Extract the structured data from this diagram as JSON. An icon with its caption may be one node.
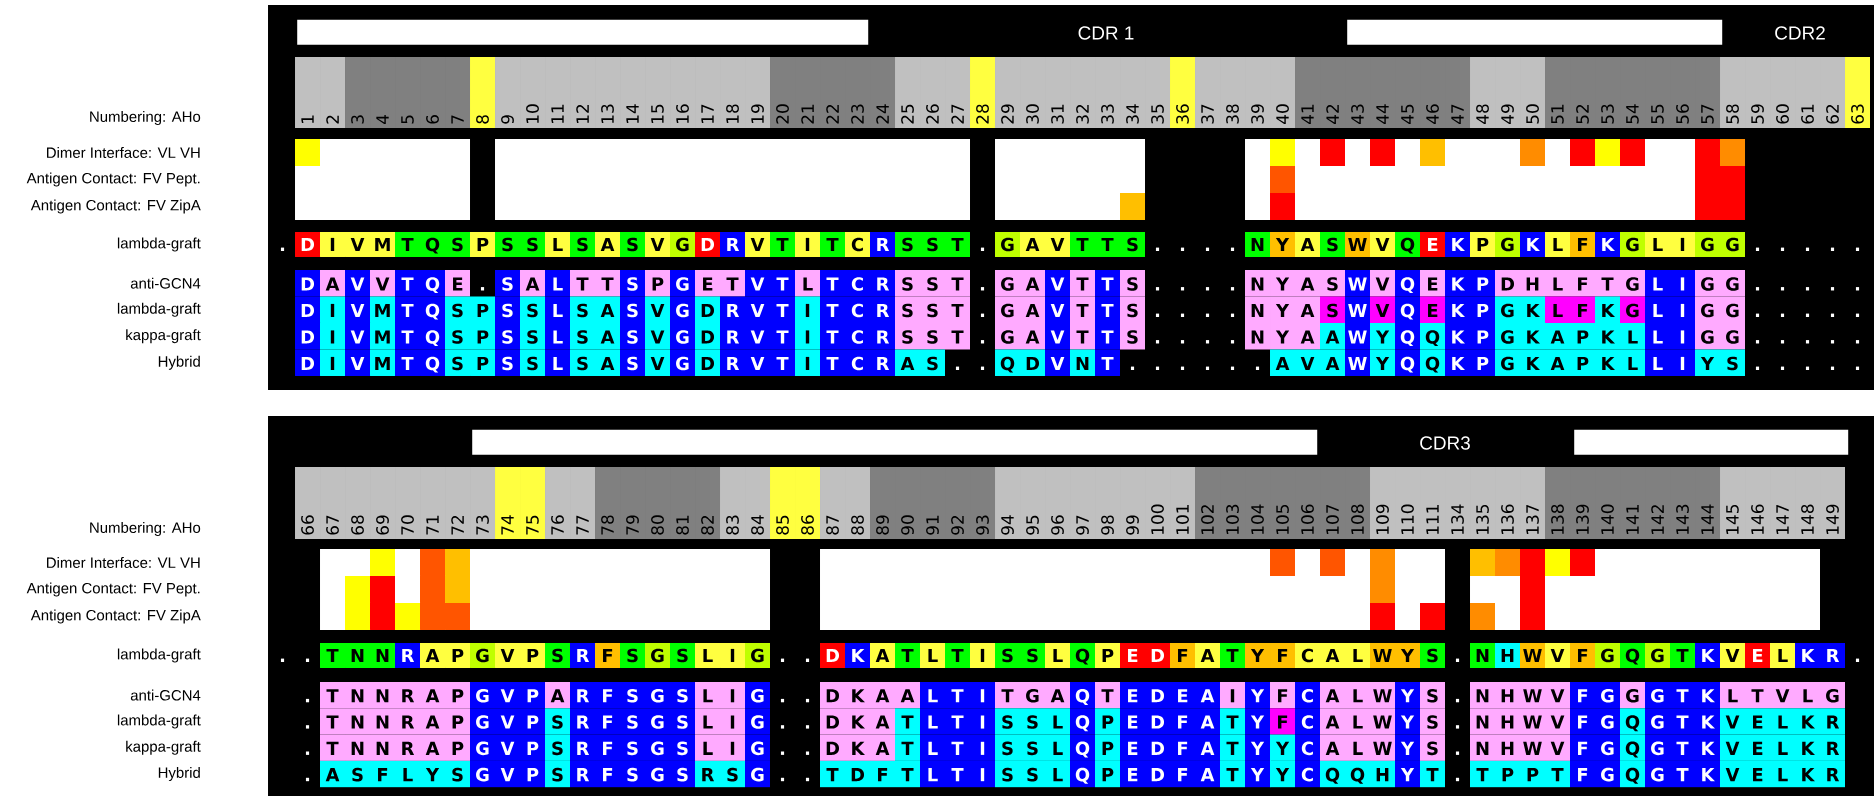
{
  "diagram": {
    "nodes": [
      {
        "text": [],
        "shape": "bar"
      },
      {
        "text": [],
        "shape": "bar"
      },
      {
        "text": [],
        "shape": "bar"
      },
      {
        "text": [],
        "shape": "bar"
      }
    ],
    "labels": [
      "CDR 1",
      "CDR2",
      "Numbering: AHo",
      "1",
      "2",
      "3",
      "4",
      "5",
      "6",
      "7",
      "8",
      "9",
      "10",
      "11",
      "12",
      "13",
      "14",
      "15",
      "16",
      "17",
      "18",
      "19",
      "20",
      "21",
      "22",
      "23",
      "24",
      "25",
      "26",
      "27",
      "28",
      "29",
      "30",
      "31",
      "32",
      "33",
      "34",
      "35",
      "36",
      "37",
      "38",
      "39",
      "40",
      "41",
      "42",
      "43",
      "44",
      "45",
      "46",
      "47",
      "48",
      "49",
      "50",
      "51",
      "52",
      "53",
      "54",
      "55",
      "56",
      "57",
      "58",
      "59",
      "60",
      "61",
      "62",
      "63",
      "Dimer Interface: VL VH",
      "Antigen Contact: FV Pept.",
      "Antigen Contact: FV ZipA",
      "lambda-graft",
      ".",
      "D",
      "I",
      "V",
      "M",
      "T",
      "Q",
      "S",
      "P",
      "S",
      "S",
      "L",
      "S",
      "A",
      "S",
      "V",
      "G",
      "D",
      "R",
      "V",
      "T",
      "I",
      "T",
      "C",
      "R",
      "S",
      "S",
      "T",
      ".",
      "G",
      "A",
      "V",
      "T",
      "T",
      "S",
      ".",
      ".",
      ".",
      ".",
      "N",
      "Y",
      "A",
      "S",
      "W",
      "V",
      "Q",
      "E",
      "K",
      "P",
      "G",
      "K",
      "L",
      "F",
      "K",
      "G",
      "L",
      "I",
      "G",
      "G",
      ".",
      ".",
      ".",
      ".",
      ".",
      "anti-GCN4",
      "D",
      "A",
      "V",
      "V",
      "T",
      "Q",
      "E",
      ".",
      "S",
      "A",
      "L",
      "T",
      "T",
      "S",
      "P",
      "G",
      "E",
      "T",
      "V",
      "T",
      "L",
      "T",
      "C",
      "R",
      "S",
      "S",
      "T",
      ".",
      "G",
      "A",
      "V",
      "T",
      "T",
      "S",
      ".",
      ".",
      ".",
      ".",
      "N",
      "Y",
      "A",
      "S",
      "W",
      "V",
      "Q",
      "E",
      "K",
      "P",
      "D",
      "H",
      "L",
      "F",
      "T",
      "G",
      "L",
      "I",
      "G",
      "G",
      ".",
      ".",
      ".",
      ".",
      ".",
      "lambda-graft",
      "D",
      "I",
      "V",
      "M",
      "T",
      "Q",
      "S",
      "P",
      "S",
      "S",
      "L",
      "S",
      "A",
      "S",
      "V",
      "G",
      "D",
      "R",
      "V",
      "T",
      "I",
      "T",
      "C",
      "R",
      "S",
      "S",
      "T",
      ".",
      "G",
      "A",
      "V",
      "T",
      "T",
      "S",
      ".",
      ".",
      ".",
      ".",
      "N",
      "Y",
      "A",
      "S",
      "W",
      "V",
      "Q",
      "E",
      "K",
      "P",
      "G",
      "K",
      "L",
      "F",
      "K",
      "G",
      "L",
      "I",
      "G",
      "G",
      ".",
      ".",
      ".",
      ".",
      ".",
      "kappa-graft",
      "D",
      "I",
      "V",
      "M",
      "T",
      "Q",
      "S",
      "P",
      "S",
      "S",
      "L",
      "S",
      "A",
      "S",
      "V",
      "G",
      "D",
      "R",
      "V",
      "T",
      "I",
      "T",
      "C",
      "R",
      "S",
      "S",
      "T",
      ".",
      "G",
      "A",
      "V",
      "T",
      "T",
      "S",
      ".",
      ".",
      ".",
      ".",
      "N",
      "Y",
      "A",
      "A",
      "W",
      "Y",
      "Q",
      "Q",
      "K",
      "P",
      "G",
      "K",
      "A",
      "P",
      "K",
      "L",
      "L",
      "I",
      "G",
      "G",
      ".",
      ".",
      ".",
      ".",
      ".",
      "Hybrid",
      "D",
      "I",
      "V",
      "M",
      "T",
      "Q",
      "S",
      "P",
      "S",
      "S",
      "L",
      "S",
      "A",
      "S",
      "V",
      "G",
      "D",
      "R",
      "V",
      "T",
      "I",
      "T",
      "C",
      "R",
      "A",
      "S",
      ".",
      ".",
      "Q",
      "D",
      "V",
      "N",
      "T",
      ".",
      ".",
      ".",
      ".",
      ".",
      ".",
      "A",
      "V",
      "A",
      "W",
      "Y",
      "Q",
      "Q",
      "K",
      "P",
      "G",
      "K",
      "A",
      "P",
      "K",
      "L",
      "L",
      "I",
      "Y",
      "S",
      ".",
      ".",
      ".",
      ".",
      ".",
      "CDR3",
      "Numbering: AHo",
      "66",
      "67",
      "68",
      "69",
      "70",
      "71",
      "72",
      "73",
      "74",
      "75",
      "76",
      "77",
      "78",
      "79",
      "80",
      "81",
      "82",
      "83",
      "84",
      "85",
      "86",
      "87",
      "88",
      "89",
      "90",
      "91",
      "92",
      "93",
      "94",
      "95",
      "96",
      "97",
      "98",
      "99",
      "100",
      "101",
      "102",
      "103",
      "104",
      "105",
      "106",
      "107",
      "108",
      "109",
      "110",
      "111",
      "134",
      "135",
      "136",
      "137",
      "138",
      "139",
      "140",
      "141",
      "142",
      "143",
      "144",
      "145",
      "146",
      "147",
      "148",
      "149",
      "Dimer Interface: VL VH",
      "Antigen Contact: FV Pept.",
      "Antigen Contact: FV ZipA",
      "lambda-graft",
      ".",
      ".",
      "T",
      "N",
      "N",
      "R",
      "A",
      "P",
      "G",
      "V",
      "P",
      "S",
      "R",
      "F",
      "S",
      "G",
      "S",
      "L",
      "I",
      "G",
      ".",
      ".",
      "D",
      "K",
      "A",
      "T",
      "L",
      "T",
      "I",
      "S",
      "S",
      "L",
      "Q",
      "P",
      "E",
      "D",
      "F",
      "A",
      "T",
      "Y",
      "F",
      "C",
      "A",
      "L",
      "W",
      "Y",
      "S",
      ".",
      "N",
      "H",
      "W",
      "V",
      "F",
      "G",
      "Q",
      "G",
      "T",
      "K",
      "V",
      "E",
      "L",
      "K",
      "R",
      ".",
      "anti-GCN4",
      ".",
      "T",
      "N",
      "N",
      "R",
      "A",
      "P",
      "G",
      "V",
      "P",
      "A",
      "R",
      "F",
      "S",
      "G",
      "S",
      "L",
      "I",
      "G",
      ".",
      ".",
      "D",
      "K",
      "A",
      "A",
      "L",
      "T",
      "I",
      "T",
      "G",
      "A",
      "Q",
      "T",
      "E",
      "D",
      "E",
      "A",
      "I",
      "Y",
      "F",
      "C",
      "A",
      "L",
      "W",
      "Y",
      "S",
      ".",
      "N",
      "H",
      "W",
      "V",
      "F",
      "G",
      "G",
      "G",
      "T",
      "K",
      "L",
      "T",
      "V",
      "L",
      "G",
      "lambda-graft",
      ".",
      "T",
      "N",
      "N",
      "R",
      "A",
      "P",
      "G",
      "V",
      "P",
      "S",
      "R",
      "F",
      "S",
      "G",
      "S",
      "L",
      "I",
      "G",
      ".",
      ".",
      "D",
      "K",
      "A",
      "T",
      "L",
      "T",
      "I",
      "S",
      "S",
      "L",
      "Q",
      "P",
      "E",
      "D",
      "F",
      "A",
      "T",
      "Y",
      "F",
      "C",
      "A",
      "L",
      "W",
      "Y",
      "S",
      ".",
      "N",
      "H",
      "W",
      "V",
      "F",
      "G",
      "Q",
      "G",
      "T",
      "K",
      "V",
      "E",
      "L",
      "K",
      "R",
      "kappa-graft",
      ".",
      "T",
      "N",
      "N",
      "R",
      "A",
      "P",
      "G",
      "V",
      "P",
      "S",
      "R",
      "F",
      "S",
      "G",
      "S",
      "L",
      "I",
      "G",
      ".",
      ".",
      "D",
      "K",
      "A",
      "T",
      "L",
      "T",
      "I",
      "S",
      "S",
      "L",
      "Q",
      "P",
      "E",
      "D",
      "F",
      "A",
      "T",
      "Y",
      "Y",
      "C",
      "A",
      "L",
      "W",
      "Y",
      "S",
      ".",
      "N",
      "H",
      "W",
      "V",
      "F",
      "G",
      "Q",
      "G",
      "T",
      "K",
      "V",
      "E",
      "L",
      "K",
      "R",
      "Hybrid",
      ".",
      "A",
      "S",
      "F",
      "L",
      "Y",
      "S",
      "G",
      "V",
      "P",
      "S",
      "R",
      "F",
      "S",
      "G",
      "S",
      "R",
      "S",
      "G",
      ".",
      ".",
      "T",
      "D",
      "F",
      "T",
      "L",
      "T",
      "I",
      "S",
      "S",
      "L",
      "Q",
      "P",
      "E",
      "D",
      "F",
      "A",
      "T",
      "Y",
      "Y",
      "C",
      "Q",
      "Q",
      "H",
      "Y",
      "T",
      ".",
      "T",
      "P",
      "P",
      "T",
      "F",
      "G",
      "Q",
      "G",
      "T",
      "K",
      "V",
      "E",
      "L",
      "K",
      "R"
    ]
  }
}
